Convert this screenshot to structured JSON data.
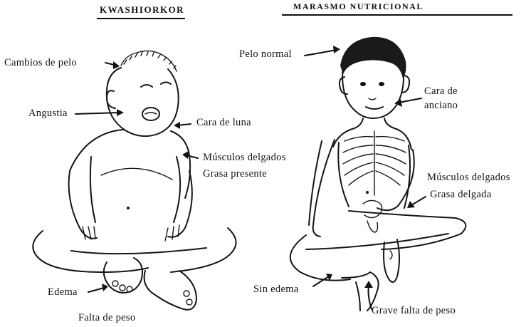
{
  "panels": {
    "left": {
      "title": "KWASHIORKOR",
      "labels": {
        "hair": "Cambios de pelo",
        "distress": "Angustia",
        "face": "Cara de luna",
        "muscles": "Músculos delgados",
        "fat": "Grasa presente",
        "edema": "Edema",
        "weight": "Falta de peso"
      }
    },
    "right": {
      "title": "MARASMO NUTRICIONAL",
      "labels": {
        "hair": "Pelo normal",
        "face_line1": "Cara de",
        "face_line2": "anciano",
        "muscles": "Músculos delgados",
        "fat": "Grasa delgada",
        "edema": "Sin edema",
        "weight": "Grave falta de peso"
      }
    }
  },
  "icons": {
    "child_left": "kwashiorkor-child-illustration",
    "child_right": "marasmus-child-illustration"
  },
  "colors": {
    "ink": "#151515",
    "background": "#ffffff"
  }
}
